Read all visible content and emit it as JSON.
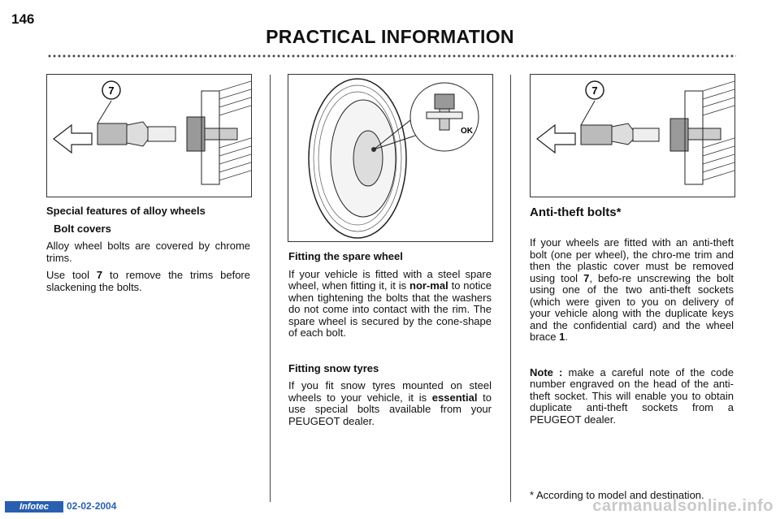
{
  "page": {
    "number": "146",
    "title": "PRACTICAL INFORMATION"
  },
  "col1": {
    "fig_label": "7",
    "heading": "Special features of alloy wheels",
    "subheading": "Bolt covers",
    "p1": "Alloy wheel bolts are covered by chrome trims.",
    "p2_a": "Use tool ",
    "p2_b": "7",
    "p2_c": " to remove the trims before slackening the bolts."
  },
  "col2": {
    "fig_label": "OK",
    "h1": "Fitting the spare wheel",
    "p1_a": "If your vehicle is fitted with a steel spare wheel, when fitting it, it is ",
    "p1_b": "nor-mal",
    "p1_c": " to notice when tightening the bolts that the  washers do not come into contact with the rim. The spare wheel is secured by the cone-shape of each bolt.",
    "h2": "Fitting snow tyres",
    "p2_a": "If you fit snow tyres mounted on steel wheels to your vehicle, it is ",
    "p2_b": "essential",
    "p2_c": " to use special bolts available from your PEUGEOT dealer."
  },
  "col3": {
    "fig_label": "7",
    "heading": "Anti-theft bolts*",
    "p1_a": "If your wheels are fitted with an anti-theft bolt (one per wheel), the chro-me trim and then the plastic cover must be removed using tool ",
    "p1_b": "7",
    "p1_c": ", befo-re unscrewing the bolt using one of the two anti-theft sockets (which were given to you on delivery of your vehicle along with the duplicate keys and the confidential card) and the wheel brace ",
    "p1_d": "1",
    "p1_e": ".",
    "note_label": "Note :",
    "note_text": " make a careful note of the code number engraved on the head of the anti-theft socket. This will enable you to obtain duplicate anti-theft sockets from a PEUGEOT dealer.",
    "footnote": "* According to model and destination."
  },
  "footer": {
    "logo": "Infotec",
    "date": "02-02-2004",
    "watermark": "carmanualsonline.info"
  },
  "colors": {
    "accent_blue": "#2a5fb0",
    "text": "#111111",
    "watermark": "#c9c9c9"
  }
}
